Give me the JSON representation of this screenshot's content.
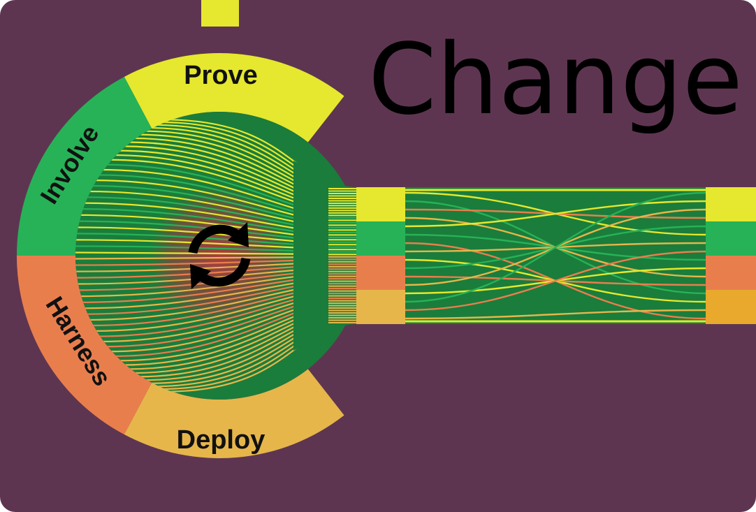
{
  "title": "Change",
  "segments": [
    {
      "id": "prove",
      "label": "Prove",
      "color": "#e5e82e"
    },
    {
      "id": "involve",
      "label": "Involve",
      "color": "#27b257"
    },
    {
      "id": "harness",
      "label": "Harness",
      "color": "#e97e4d"
    },
    {
      "id": "deploy",
      "label": "Deploy",
      "color": "#e6b64b"
    }
  ],
  "cycle_icon": "refresh-icon",
  "colors": {
    "background": "#5e3550",
    "inner_green": "#1a7d3b",
    "hub_red": "#a3363d",
    "right_band_colors": [
      "#e5e82e",
      "#27b257",
      "#e97e4d",
      "#e8a92c"
    ]
  }
}
